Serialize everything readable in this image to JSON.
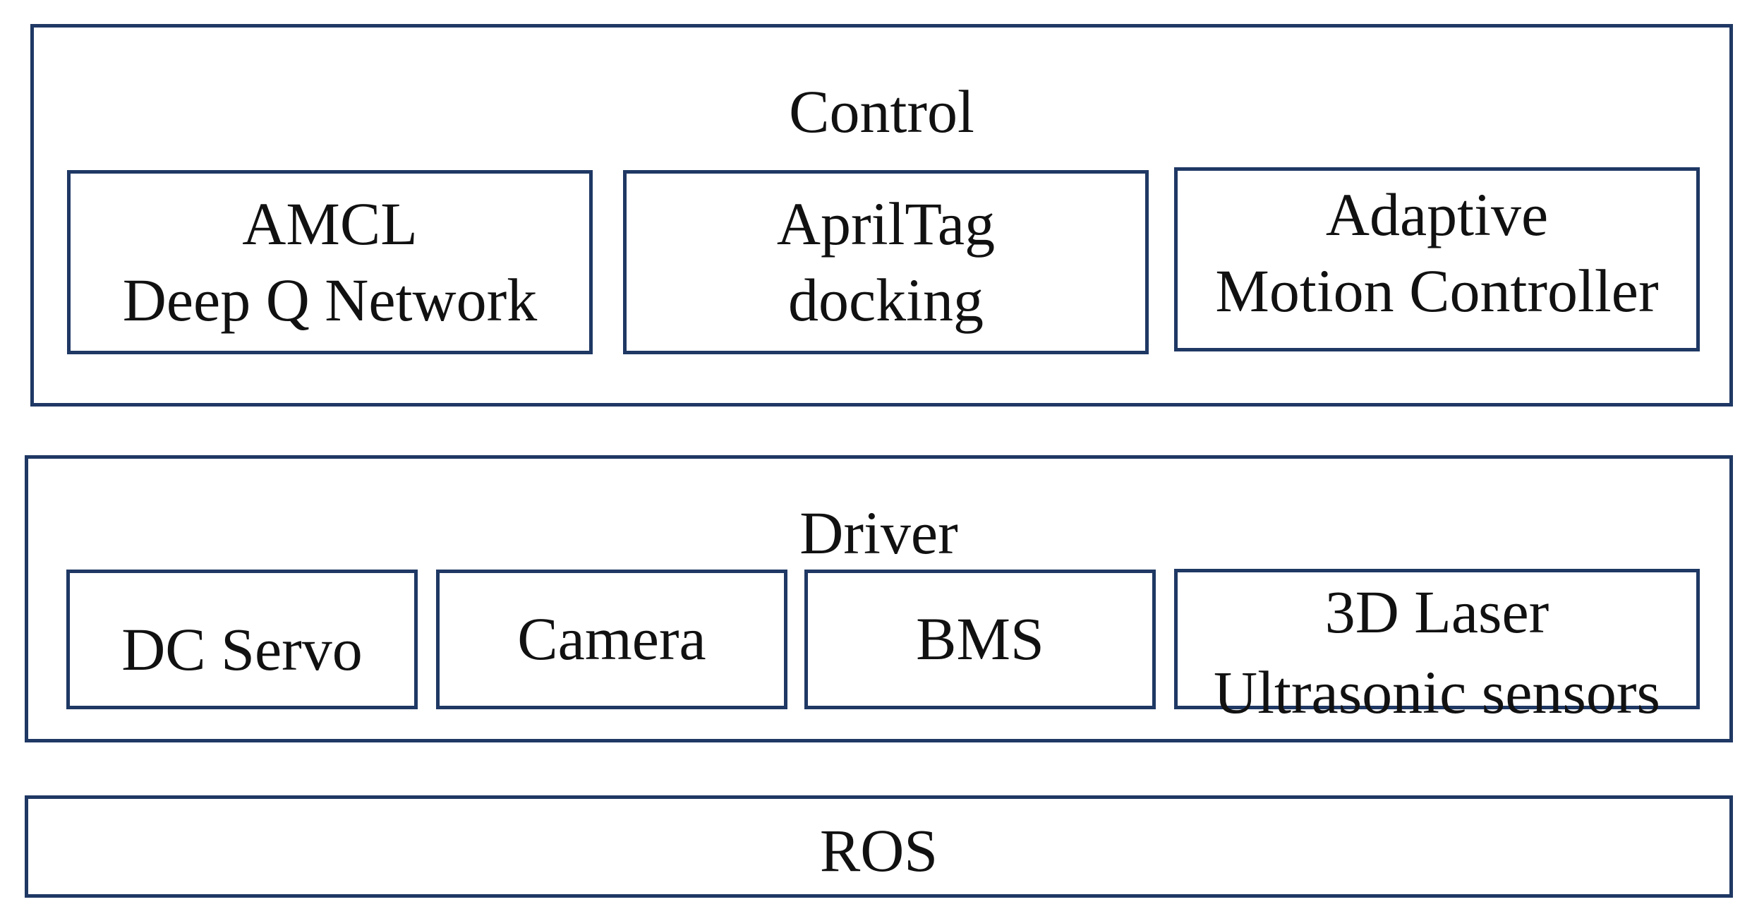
{
  "layers": {
    "control": {
      "title": "Control",
      "modules": [
        {
          "lines": [
            "AMCL",
            "Deep Q Network"
          ]
        },
        {
          "lines": [
            "AprilTag",
            "docking"
          ]
        },
        {
          "lines": [
            "Adaptive",
            "Motion Controller"
          ]
        }
      ]
    },
    "driver": {
      "title": "Driver",
      "modules": [
        {
          "lines": [
            "DC Servo"
          ]
        },
        {
          "lines": [
            "Camera"
          ]
        },
        {
          "lines": [
            "BMS"
          ]
        },
        {
          "lines": [
            "3D Laser",
            "Ultrasonic sensors"
          ]
        }
      ]
    },
    "ros": {
      "title": "ROS"
    }
  },
  "colors": {
    "border": "#1f3864",
    "text": "#111111",
    "background": "#ffffff"
  }
}
